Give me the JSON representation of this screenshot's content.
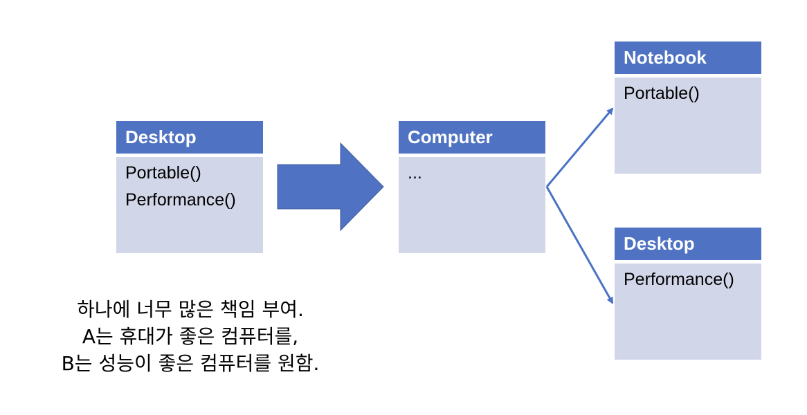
{
  "colors": {
    "header": "#4f73c2",
    "body": "#d1d6e8",
    "arrow": "#4f73c2",
    "connector": "#4a72c4"
  },
  "desktop_left": {
    "title": "Desktop",
    "lines": [
      "Portable()",
      "Performance()"
    ]
  },
  "computer": {
    "title": "Computer",
    "lines": [
      "..."
    ]
  },
  "notebook": {
    "title": "Notebook",
    "lines": [
      "Portable()"
    ]
  },
  "desktop_right": {
    "title": "Desktop",
    "lines": [
      "Performance()"
    ]
  },
  "caption": {
    "lines": [
      "하나에 너무 많은 책임 부여.",
      "A는 휴대가 좋은 컴퓨터를,",
      "B는 성능이 좋은 컴퓨터를 원함."
    ]
  }
}
